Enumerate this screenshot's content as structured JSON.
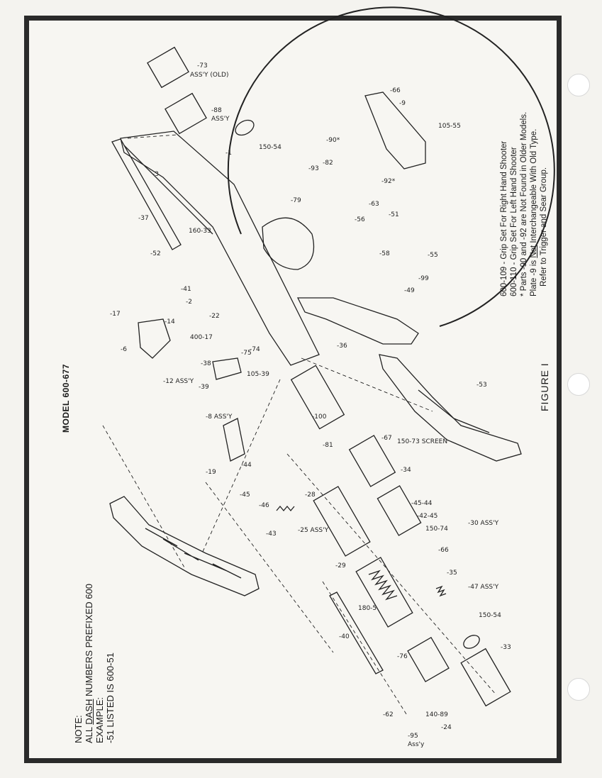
{
  "title": "MODEL 600-677",
  "figure_label": "FIGURE I",
  "note": {
    "line1": "NOTE:",
    "line2_pre": "ALL ",
    "line2_u": "DASH",
    "line2_post": " NUMBERS PREFIXED 600",
    "line3": "EXAMPLE:",
    "line4": "-51 LISTED IS 600-51"
  },
  "legend": {
    "line1": "600-109 - Grip Set For Right Hand Shooter",
    "line2": "600-110 - Grip Set For Left Hand Shooter",
    "line3": "* Parts -90 and -92 are Not Found in Older Models.",
    "line4_pre": "Plate -9 is ",
    "line4_u": "Not",
    "line4_post": " Interchangeable With Old Type.",
    "line5": "Refer to Trigger and Sear Group."
  },
  "callouts": {
    "c73": "-73",
    "c73b": "ASS'Y (OLD)",
    "c88": "-88",
    "c88b": "ASS'Y",
    "c150_54": "150-54",
    "c1": "-1",
    "c37": "-37",
    "c3": "-3",
    "c160_33": "160-33",
    "c52": "-52",
    "c41": "-41",
    "c2": "-2",
    "c17": "-17",
    "c6": "-6",
    "c14": "-14",
    "c12": "-12 ASS'Y",
    "c22": "-22",
    "c400_17": "400-17",
    "c38": "-38",
    "c75": "-75",
    "c74": "-74",
    "c39": "-39",
    "c105_39": "105-39",
    "c8": "-8 ASS'Y",
    "c19": "-19",
    "c44": "-44",
    "c45": "-45",
    "c46": "-46",
    "c43": "-43",
    "c66": "-66",
    "c9": "-9",
    "c105_55": "105-55",
    "c90": "-90*",
    "c92": "-92*",
    "c93": "-93",
    "c82": "-82",
    "c79": "-79",
    "c63": "-63",
    "c56": "-56",
    "c51": "-51",
    "c58": "-58",
    "c55": "-55",
    "c99": "-99",
    "c49": "-49",
    "c36": "-36",
    "c100": "-100",
    "c81": "-81",
    "c67": "-67",
    "c53": "-53",
    "c150_73": "150-73 SCREEN",
    "c25": "-25 ASS'Y",
    "c28": "-28",
    "c34": "-34",
    "c45_44": "-45-44",
    "c42_45": "-42-45",
    "c150_74": "150-74",
    "c30": "-30 ASS'Y",
    "c29": "-29",
    "c180_5": "180-5",
    "c66b": "-66",
    "c35": "-35",
    "c47": "-47 ASS'Y",
    "c150_54b": "150-54",
    "c40": "-40",
    "c76": "-76",
    "c33": "-33",
    "c62": "-62",
    "c140_89": "140-89",
    "c24": "-24",
    "c95": "-95",
    "c95b": "Ass'y"
  },
  "colors": {
    "ink": "#222222",
    "paper": "#f7f6f2",
    "frame": "#2a2a2a"
  }
}
